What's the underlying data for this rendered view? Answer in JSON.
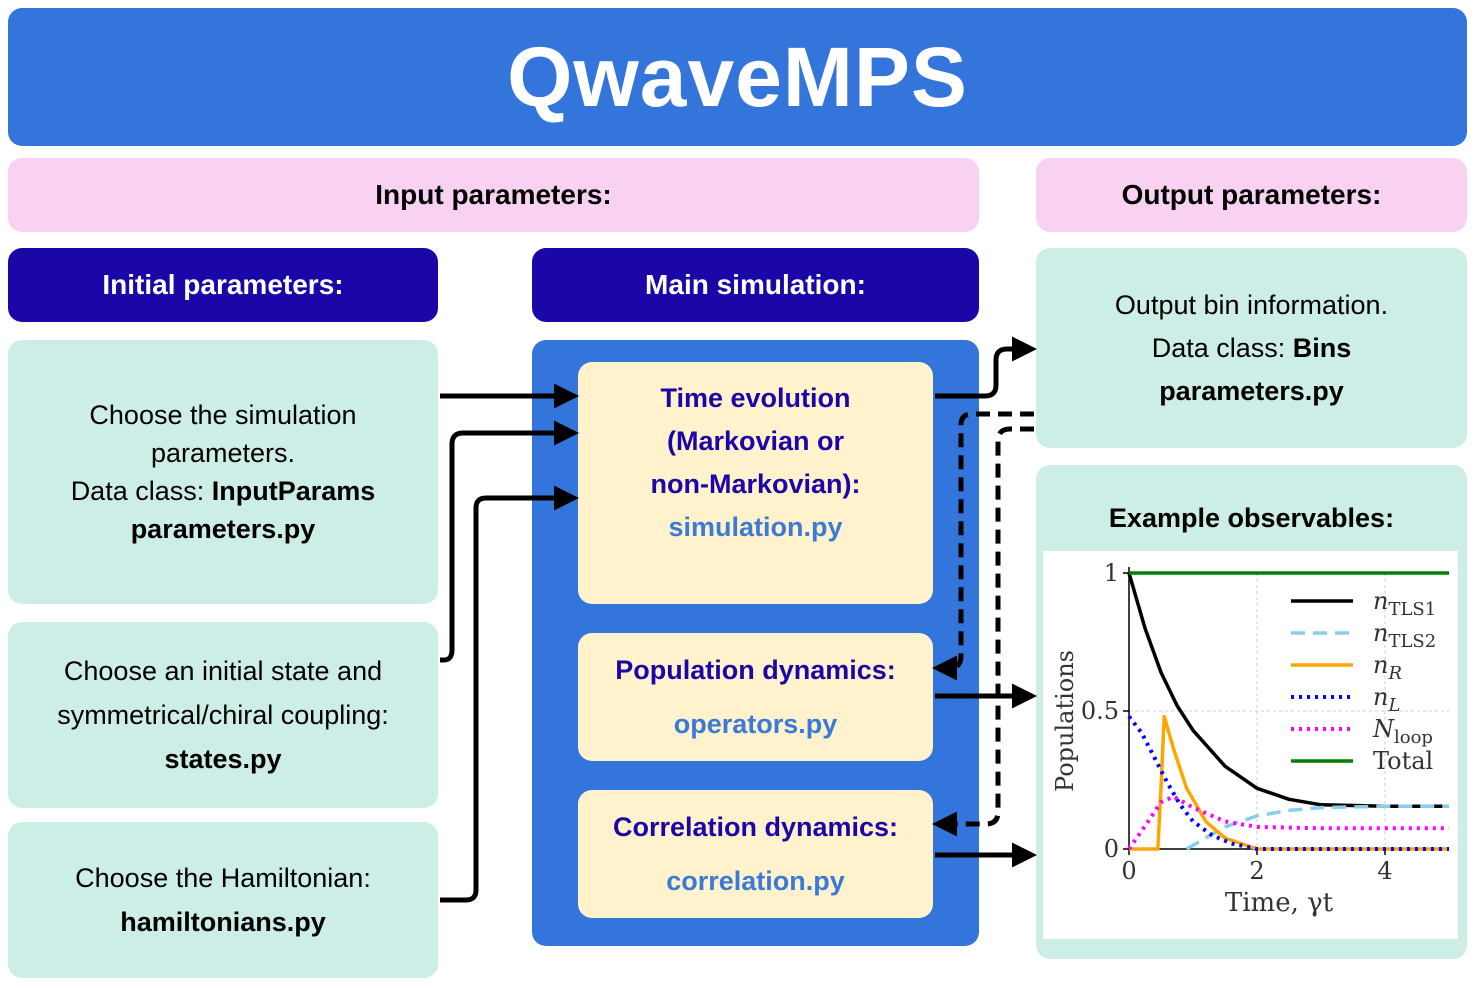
{
  "title": "QwaveMPS",
  "input_header": "Input parameters:",
  "output_header": "Output parameters:",
  "initial_header": "Initial parameters:",
  "main_header": "Main simulation:",
  "initial": {
    "params": {
      "line1": "Choose the simulation",
      "line2": "parameters.",
      "line3_prefix": "Data class: ",
      "line3_bold": "InputParams",
      "line4": "parameters.py"
    },
    "states": {
      "line1": "Choose an initial state and",
      "line2": "symmetrical/chiral coupling:",
      "line3": "states.py"
    },
    "hamiltonian": {
      "line1": "Choose the Hamiltonian:",
      "line2": "hamiltonians.py"
    }
  },
  "main": {
    "time_evolution": {
      "line1": "Time evolution",
      "line2": "(Markovian or",
      "line3": "non-Markovian):",
      "file": "simulation.py"
    },
    "population": {
      "title": "Population dynamics:",
      "file": "operators.py"
    },
    "correlation": {
      "title": "Correlation dynamics:",
      "file": "correlation.py"
    }
  },
  "output": {
    "bins": {
      "line1": "Output bin information.",
      "line2_prefix": "Data class: ",
      "line2_bold": "Bins",
      "line3": "parameters.py"
    },
    "observables_title": "Example observables:"
  },
  "chart_data": {
    "type": "line",
    "xlabel": "Time, γt",
    "ylabel": "Populations",
    "xlim": [
      0,
      5
    ],
    "ylim": [
      0,
      1
    ],
    "xticks": [
      "0",
      "2",
      "4"
    ],
    "yticks": [
      "0",
      "0.5",
      "1"
    ],
    "grid": true,
    "legend_position": "top-right",
    "series": [
      {
        "name": "n_TLS1",
        "style": "solid",
        "color": "#000000",
        "x": [
          0,
          0.25,
          0.5,
          0.75,
          1,
          1.5,
          2,
          2.5,
          3,
          4,
          5
        ],
        "y": [
          1,
          0.8,
          0.64,
          0.52,
          0.43,
          0.3,
          0.22,
          0.18,
          0.16,
          0.155,
          0.155
        ]
      },
      {
        "name": "n_TLS2",
        "style": "dashed",
        "color": "#87ceeb",
        "x": [
          0.9,
          1.2,
          1.5,
          2,
          2.5,
          3,
          4,
          5
        ],
        "y": [
          0,
          0.04,
          0.08,
          0.12,
          0.14,
          0.15,
          0.155,
          0.155
        ]
      },
      {
        "name": "n_R",
        "style": "solid",
        "color": "#ffa500",
        "x": [
          0,
          0.45,
          0.5,
          0.55,
          0.7,
          0.9,
          1.2,
          1.5,
          2,
          5
        ],
        "y": [
          0,
          0,
          0.22,
          0.48,
          0.36,
          0.22,
          0.1,
          0.04,
          0,
          0
        ]
      },
      {
        "name": "n_L",
        "style": "dotted",
        "color": "#0000ff",
        "x": [
          0,
          0.2,
          0.4,
          0.6,
          0.8,
          1.0,
          1.3,
          1.6,
          2,
          5
        ],
        "y": [
          0.48,
          0.42,
          0.33,
          0.24,
          0.16,
          0.1,
          0.05,
          0.02,
          0,
          0
        ]
      },
      {
        "name": "N_loop",
        "style": "dotted",
        "color": "#ff00ff",
        "x": [
          0,
          0.3,
          0.5,
          0.7,
          1.0,
          1.5,
          2,
          3,
          4,
          5
        ],
        "y": [
          0,
          0.1,
          0.17,
          0.19,
          0.15,
          0.1,
          0.08,
          0.075,
          0.075,
          0.075
        ]
      },
      {
        "name": "Total",
        "style": "solid",
        "color": "#008000",
        "x": [
          0,
          5
        ],
        "y": [
          1,
          1
        ]
      }
    ]
  }
}
